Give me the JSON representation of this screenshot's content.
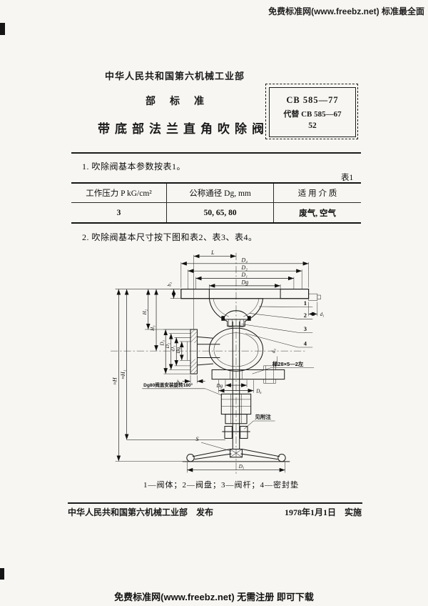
{
  "watermarks": {
    "top": "免费标准网(www.freebz.net) 标准最全面",
    "bottom": "免费标准网(www.freebz.net) 无需注册 即可下载"
  },
  "header": {
    "ministry": "中华人民共和国第六机械工业部",
    "standard_type": "部标准",
    "title": "带底部法兰直角吹除阀",
    "box": {
      "code": "CB 585—77",
      "replaces": "代替 CB 585—67",
      "page": "52"
    }
  },
  "body": {
    "section1": "1. 吹除阀基本参数按表1。",
    "table_label": "表1",
    "section2": "2. 吹除阀基本尺寸按下图和表2、表3、表4。"
  },
  "table1": {
    "headers": [
      "工作压力 P kG/cm²",
      "公称通径 Dg, mm",
      "适 用 介 质"
    ],
    "row": [
      "3",
      "50, 65, 80",
      "废气, 空气"
    ]
  },
  "drawing": {
    "dims": {
      "L": "L",
      "D4": "D₄",
      "D2t": "D₂",
      "D1t": "D₁",
      "Dgt": "Dg",
      "b2": "b₂",
      "d1": "d₁",
      "H": "≈H",
      "H1": "≈H₁",
      "H2": "H₂",
      "H3": "H₃",
      "D3s": "D₃",
      "D2s": "D₂",
      "D1s": "D₁",
      "Dgs": "Dg",
      "b1": "b₁",
      "d2": "d₂",
      "Dgb": "Dg",
      "D6": "D₆",
      "S": "S",
      "D5": "D₅"
    },
    "callouts": {
      "c1": "1",
      "c2": "2",
      "c3": "3",
      "c4": "4"
    },
    "notes": {
      "thread": "梯28×5—2左",
      "rotate": "Dg80阀盖安装旋转180°",
      "see": "见附注"
    },
    "caption": "1—阀体；2—阀盘；3—阀杆；4—密封垫"
  },
  "footer": {
    "left": "中华人民共和国第六机械工业部　发布",
    "right": "1978年1月1日　实施"
  }
}
